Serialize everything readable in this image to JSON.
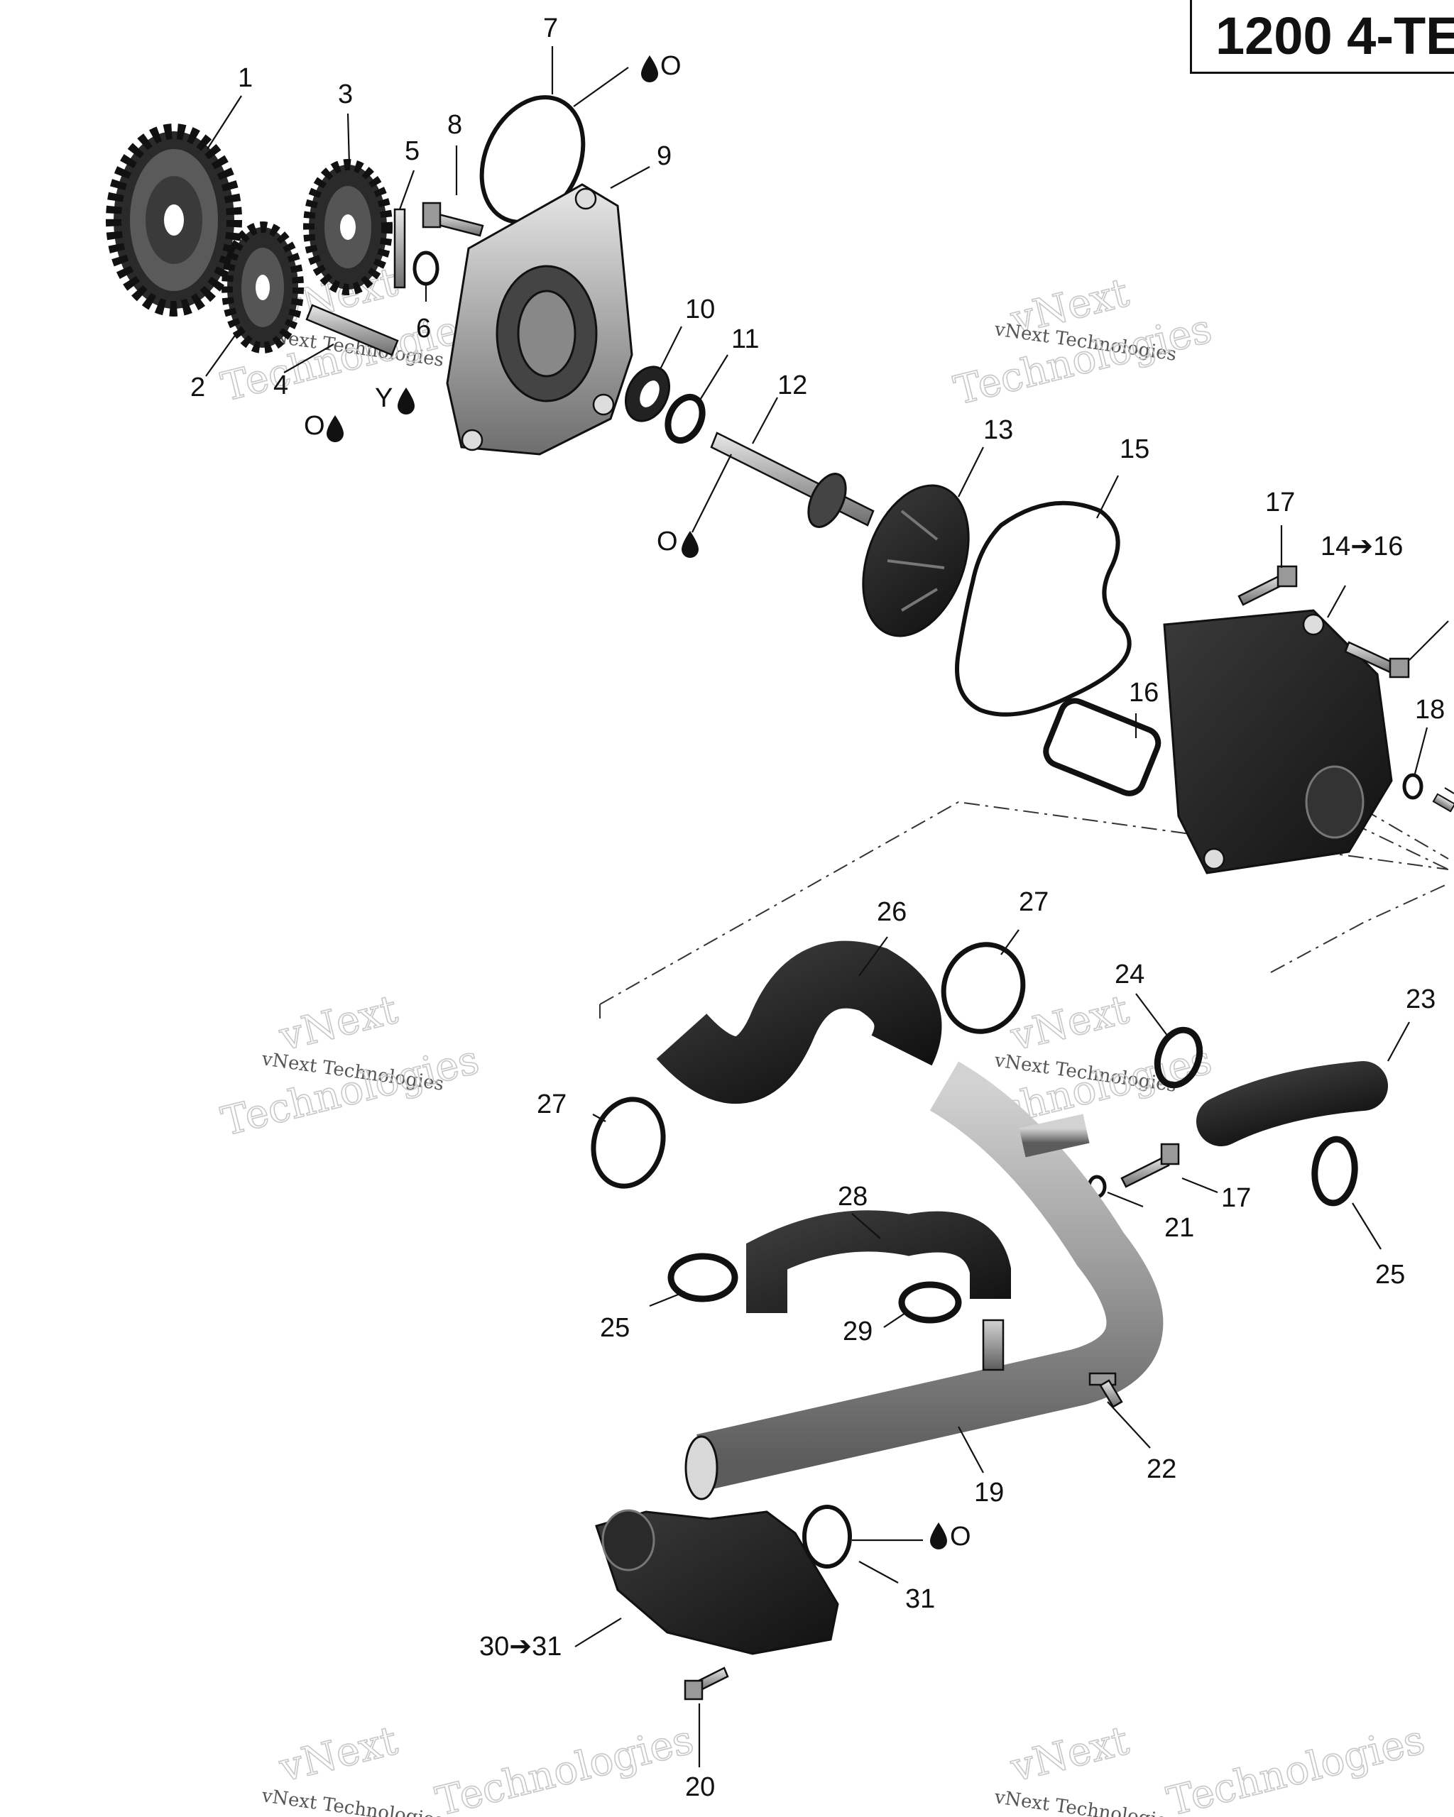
{
  "title": "1200 4-TE",
  "watermark": {
    "line1": "vNext",
    "line2": "vNext Technologies",
    "line3": "Technologies"
  },
  "callouts": [
    {
      "id": "c1",
      "text": "1"
    },
    {
      "id": "c2",
      "text": "2"
    },
    {
      "id": "c3",
      "text": "3"
    },
    {
      "id": "c4",
      "text": "4"
    },
    {
      "id": "c5",
      "text": "5"
    },
    {
      "id": "c6",
      "text": "6"
    },
    {
      "id": "c7",
      "text": "7"
    },
    {
      "id": "c8",
      "text": "8"
    },
    {
      "id": "c9",
      "text": "9"
    },
    {
      "id": "c10",
      "text": "10"
    },
    {
      "id": "c11",
      "text": "11"
    },
    {
      "id": "c12",
      "text": "12"
    },
    {
      "id": "c13",
      "text": "13"
    },
    {
      "id": "c14",
      "text": "14➔16"
    },
    {
      "id": "c15",
      "text": "15"
    },
    {
      "id": "c16",
      "text": "16"
    },
    {
      "id": "c17a",
      "text": "17"
    },
    {
      "id": "c17b",
      "text": "17"
    },
    {
      "id": "c18",
      "text": "18"
    },
    {
      "id": "c19",
      "text": "19"
    },
    {
      "id": "c20",
      "text": "20"
    },
    {
      "id": "c21",
      "text": "21"
    },
    {
      "id": "c22",
      "text": "22"
    },
    {
      "id": "c23",
      "text": "23"
    },
    {
      "id": "c24",
      "text": "24"
    },
    {
      "id": "c25a",
      "text": "25"
    },
    {
      "id": "c25b",
      "text": "25"
    },
    {
      "id": "c26",
      "text": "26"
    },
    {
      "id": "c27a",
      "text": "27"
    },
    {
      "id": "c27b",
      "text": "27"
    },
    {
      "id": "c28",
      "text": "28"
    },
    {
      "id": "c29",
      "text": "29"
    },
    {
      "id": "c30",
      "text": "30➔31"
    },
    {
      "id": "c31",
      "text": "31"
    }
  ],
  "lube_marks": [
    {
      "id": "l7",
      "text": "O"
    },
    {
      "id": "l4",
      "text": "O"
    },
    {
      "id": "l6",
      "text": "Y"
    },
    {
      "id": "l12",
      "text": "O"
    },
    {
      "id": "l31",
      "text": "O"
    }
  ]
}
